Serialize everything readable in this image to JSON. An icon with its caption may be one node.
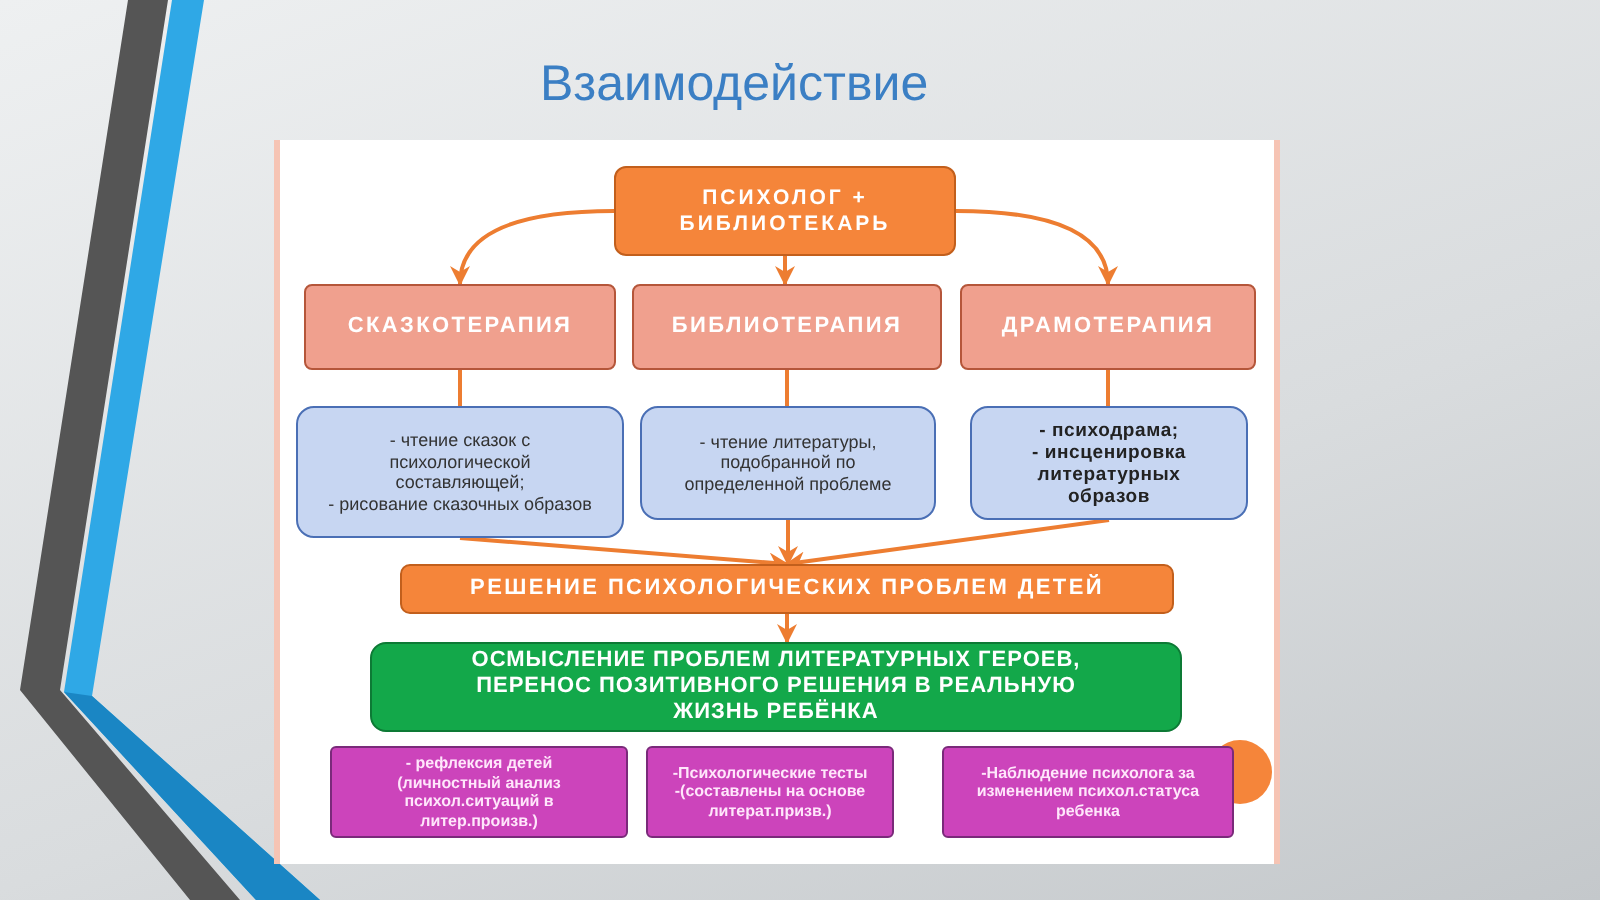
{
  "diagram": {
    "title": "Взаимодействие",
    "nodes": [
      {
        "text": [
          "ПСИХОЛОГ + БИБЛИОТЕКАРЬ"
        ]
      },
      {
        "text": [
          "СКАЗКОТЕРАПИЯ"
        ]
      },
      {
        "text": [
          "БИБЛИОТЕРАПИЯ"
        ]
      },
      {
        "text": [
          "ДРАМОТЕРАПИЯ"
        ]
      },
      {
        "text": [
          "- чтение сказок с психологической составляющей;",
          "- рисование сказочных образов"
        ]
      },
      {
        "text": [
          "- чтение литературы, подобранной по определенной проблеме"
        ]
      },
      {
        "text": [
          "- психодрама;",
          "- инсценировка литературных образов"
        ]
      },
      {
        "text": [
          "РЕШЕНИЕ ПСИХОЛОГИЧЕСКИХ ПРОБЛЕМ ДЕТЕЙ"
        ]
      },
      {
        "text": [
          "ОСМЫСЛЕНИЕ ПРОБЛЕМ ЛИТЕРАТУРНЫХ ГЕРОЕВ, ПЕРЕНОС ПОЗИТИВНОГО РЕШЕНИЯ В РЕАЛЬНУЮ ЖИЗНЬ РЕБЁНКА"
        ]
      },
      {
        "text": [
          "- рефлексия детей",
          "(личностный анализ психол.ситуаций в литер.произв.)"
        ]
      },
      {
        "text": [
          "-Психологические тесты",
          "-(составлены на основе литерат.призв.)"
        ]
      },
      {
        "text": [
          "-Наблюдение психолога за изменением психол.статуса ребенка"
        ]
      }
    ],
    "edges": [
      {
        "from": 0,
        "to": 1,
        "arrow": "to"
      },
      {
        "from": 0,
        "to": 2,
        "arrow": "to"
      },
      {
        "from": 0,
        "to": 3,
        "arrow": "to"
      },
      {
        "from": 1,
        "to": 4,
        "arrow": "none"
      },
      {
        "from": 2,
        "to": 5,
        "arrow": "none"
      },
      {
        "from": 3,
        "to": 6,
        "arrow": "none"
      },
      {
        "from": 4,
        "to": 7,
        "arrow": "to"
      },
      {
        "from": 5,
        "to": 7,
        "arrow": "to"
      },
      {
        "from": 6,
        "to": 7,
        "arrow": "to"
      },
      {
        "from": 7,
        "to": 8,
        "arrow": "to"
      }
    ]
  }
}
